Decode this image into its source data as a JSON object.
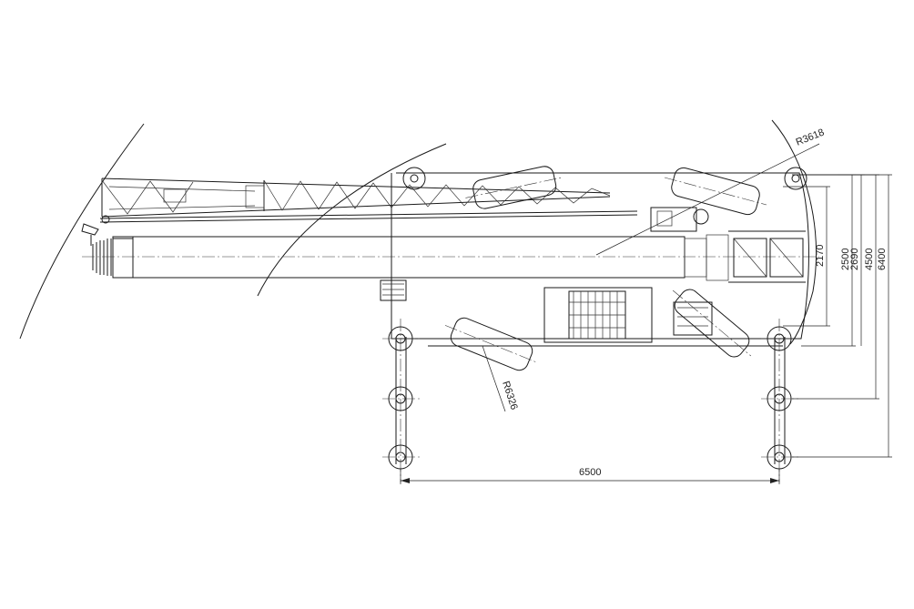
{
  "colors": {
    "boom_fill": "#a3d65a",
    "line": "#1a1a1a",
    "background": "#ffffff"
  },
  "dimensions": {
    "radius_tail": "R3618",
    "radius_front": "R6326",
    "outrigger_span_length": "6500",
    "width_2170": "2170",
    "width_2500": "2500",
    "width_2690": "2690",
    "width_4500": "4500",
    "width_6400": "6400"
  }
}
